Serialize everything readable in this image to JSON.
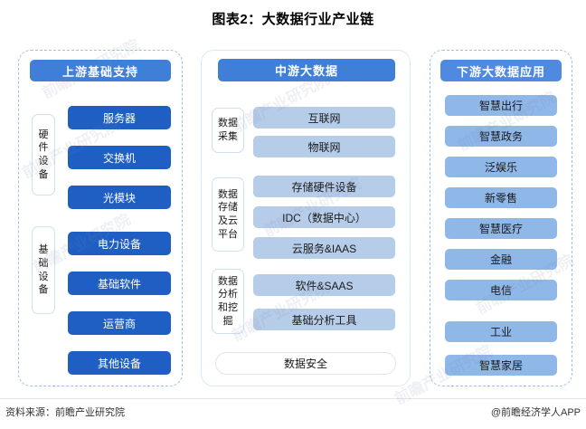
{
  "title": "图表2：大数据行业产业链",
  "colors": {
    "header_blue": "#3f7fd8",
    "header_blue_right": "#4f8ae0",
    "item_solid_blue": "#1f5fc4",
    "item_light_blue": "#b6cdea",
    "item_mid_blue": "#8fb7e8",
    "dashed_border": "#9fc0e6"
  },
  "columns": {
    "upstream": {
      "header": "上游基础支持",
      "groups": [
        {
          "label": "硬件设备",
          "label_chars": [
            "硬",
            "件",
            "设",
            "备"
          ],
          "items": [
            "服务器",
            "交换机",
            "光模块"
          ]
        },
        {
          "label": "基础设备",
          "label_chars": [
            "基",
            "础",
            "设",
            "备"
          ],
          "items": [
            "电力设备",
            "基础软件",
            "运营商",
            "其他设备"
          ]
        }
      ]
    },
    "midstream": {
      "header": "中游大数据",
      "groups": [
        {
          "label": "数据采集",
          "label_lines": [
            "数据",
            "采集"
          ],
          "items": [
            "互联网",
            "物联网"
          ]
        },
        {
          "label": "数据存储及云平台",
          "label_lines": [
            "数据",
            "存储",
            "及云",
            "平台"
          ],
          "items": [
            "存储硬件设备",
            "IDC（数据中心）",
            "云服务&IAAS"
          ]
        },
        {
          "label": "数据分析和挖掘",
          "label_lines": [
            "数据",
            "分析",
            "和挖",
            "掘"
          ],
          "items": [
            "软件&SAAS",
            "基础分析工具"
          ]
        }
      ],
      "footer_item": "数据安全"
    },
    "downstream": {
      "header": "下游大数据应用",
      "items": [
        "智慧出行",
        "智慧政务",
        "泛娱乐",
        "新零售",
        "智慧医疗",
        "金融",
        "电信",
        "工业",
        "智慧家居"
      ]
    }
  },
  "footer": {
    "source": "资料来源：前瞻产业研究院",
    "attribution": "@前瞻经济学人APP"
  },
  "watermark": {
    "text": "前瞻产业研究院"
  }
}
